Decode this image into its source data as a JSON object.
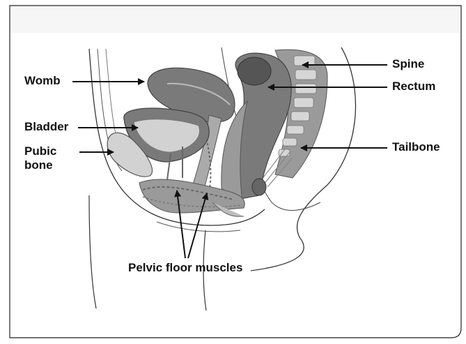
{
  "labels": {
    "womb": "Womb",
    "bladder": "Bladder",
    "pubic_bone": "Pubic\nbone",
    "spine": "Spine",
    "rectum": "Rectum",
    "tailbone": "Tailbone",
    "pelvic_floor_muscles": "Pelvic floor muscles"
  },
  "colors": {
    "ink": "#111111",
    "dark_organ": "#7a7a7a",
    "mid_organ": "#9a9a9a",
    "light_organ": "#d2d2d2",
    "pale": "#e6e6e6",
    "frame_bg": "#f4f4f4"
  }
}
